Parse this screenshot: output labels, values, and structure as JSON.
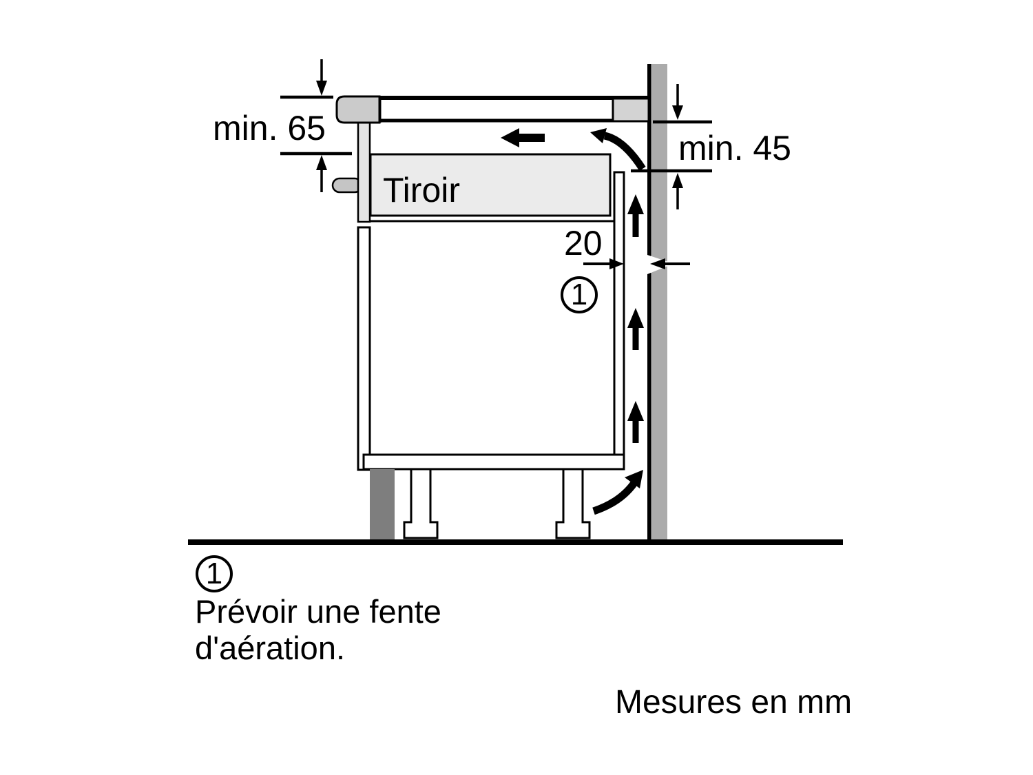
{
  "diagram": {
    "dimensions": {
      "hob_clearance": "min. 65",
      "rear_clearance": "min. 45",
      "vent_gap": "20"
    },
    "drawer_label": "Tiroir",
    "callout_number": "1",
    "units_note": "Mesures en mm"
  },
  "legend": {
    "marker_number": "1",
    "text_line1": "Prévoir une fente",
    "text_line2": "d'aération."
  },
  "colors": {
    "background": "#ffffff",
    "line": "#000000",
    "wall_gray": "#ababab",
    "hob_edge_gray": "#cbcbcb",
    "hob_back_edge_gray": "#d3d3d3",
    "drawer_front_gray": "#e4e4e4",
    "drawer_box_gray": "#ebebeb",
    "handle_gray": "#c5c5c5",
    "plinth_gray": "#7e7e7e"
  }
}
